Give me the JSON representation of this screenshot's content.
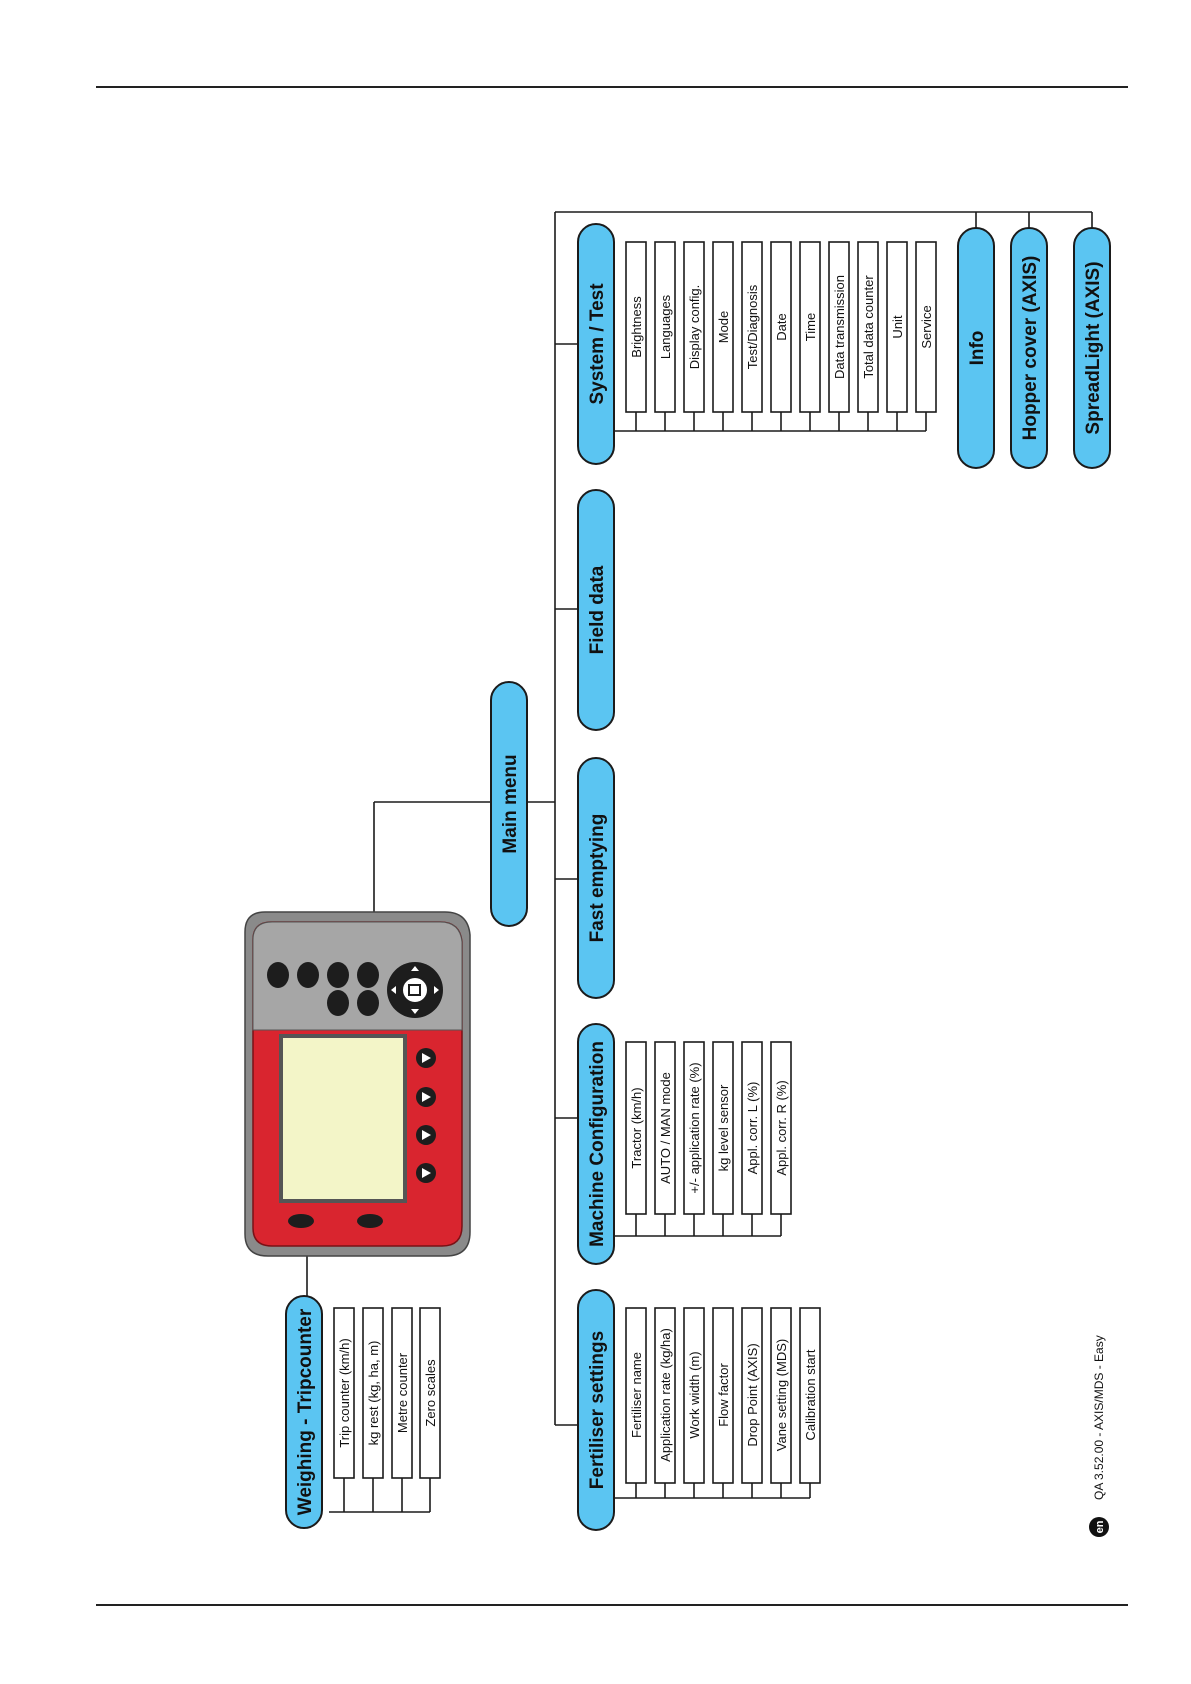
{
  "main_menu": "Main menu",
  "weighing": {
    "title": "Weighing - Tripcounter",
    "items": [
      "Trip counter (km/h)",
      "kg rest (kg, ha, m)",
      "Metre counter",
      "Zero scales"
    ]
  },
  "fertiliser": {
    "title": "Fertiliser settings",
    "items": [
      "Fertiliser name",
      "Application rate (kg/ha)",
      "Work width (m)",
      "Flow factor",
      "Drop Point (AXIS)",
      "Vane setting (MDS)",
      "Calibration start"
    ]
  },
  "machine": {
    "title": "Machine Configuration",
    "items": [
      "Tractor (km/h)",
      "AUTO / MAN mode",
      "+/- application rate (%)",
      "kg level sensor",
      "Appl. corr. L (%)",
      "Appl. corr. R (%)"
    ]
  },
  "fast_emptying": "Fast emptying",
  "field_data": "Field data",
  "system": {
    "title": "System / Test",
    "items": [
      "Brightness",
      "Languages",
      "Display config.",
      "Mode",
      "Test/Diagnosis",
      "Date",
      "Time",
      "Data transmission",
      "Total data counter",
      "Unit",
      "Service"
    ]
  },
  "info": "Info",
  "hopper_cover": "Hopper cover (AXIS)",
  "spreadlight": "SpreadLight (AXIS)",
  "footer": {
    "lang_badge": "en",
    "doc_ref": "QA 3.52.00 - AXIS/MDS - Easy"
  },
  "colors": {
    "menu_fill": "#5bc5f2",
    "device_body": "#d9252f",
    "device_screen": "#f3f5c8"
  },
  "icons": [
    "device-illustration",
    "arrow-button-icon",
    "navigation-pad-icon",
    "language-badge-icon"
  ]
}
